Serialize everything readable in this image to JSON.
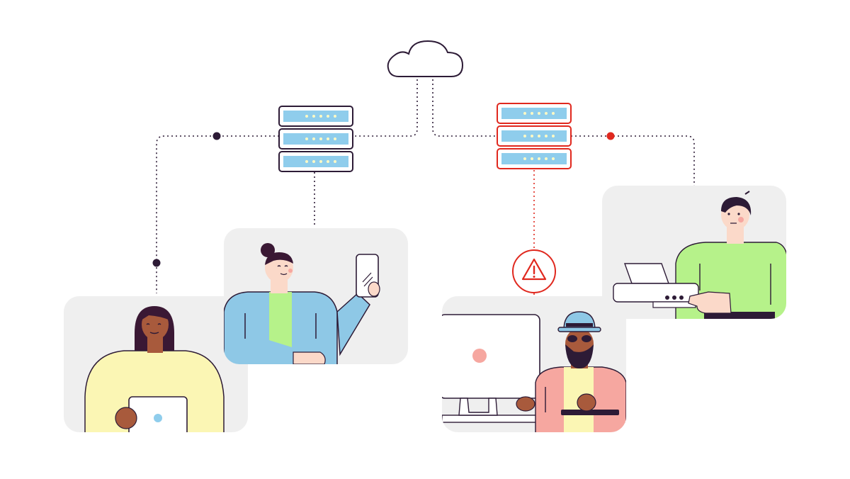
{
  "diagram": {
    "nodes": [
      {
        "id": "cloud",
        "kind": "cloud-icon"
      },
      {
        "id": "server-left",
        "kind": "server-stack-icon",
        "status": "ok"
      },
      {
        "id": "server-right",
        "kind": "server-stack-icon",
        "status": "warning"
      },
      {
        "id": "user-laptop",
        "kind": "person-with-laptop"
      },
      {
        "id": "user-phone",
        "kind": "person-with-phone"
      },
      {
        "id": "user-desktop",
        "kind": "person-at-desktop"
      },
      {
        "id": "user-printer",
        "kind": "person-with-printer"
      },
      {
        "id": "alert",
        "kind": "warning-icon"
      }
    ],
    "connections": [
      {
        "from": "cloud",
        "to": "server-left"
      },
      {
        "from": "cloud",
        "to": "server-right"
      },
      {
        "from": "server-left",
        "to": "user-laptop"
      },
      {
        "from": "server-left",
        "to": "user-phone"
      },
      {
        "from": "server-right",
        "to": "user-desktop",
        "status": "warning"
      },
      {
        "from": "server-right",
        "to": "user-printer",
        "status": "warning"
      }
    ]
  },
  "colors": {
    "line": "#2d1b36",
    "warning": "#e0281e",
    "panel": "#efefef",
    "server_slot": "#8fcdec",
    "server_light": "#fdf9c4",
    "skin_dark": "#a85a3c",
    "skin_light": "#fbd9c9",
    "yellow_shirt": "#fbf6b4",
    "blue_shirt": "#8ec8e6",
    "green": "#b6f28a",
    "pink_shirt": "#f6a7a0"
  }
}
